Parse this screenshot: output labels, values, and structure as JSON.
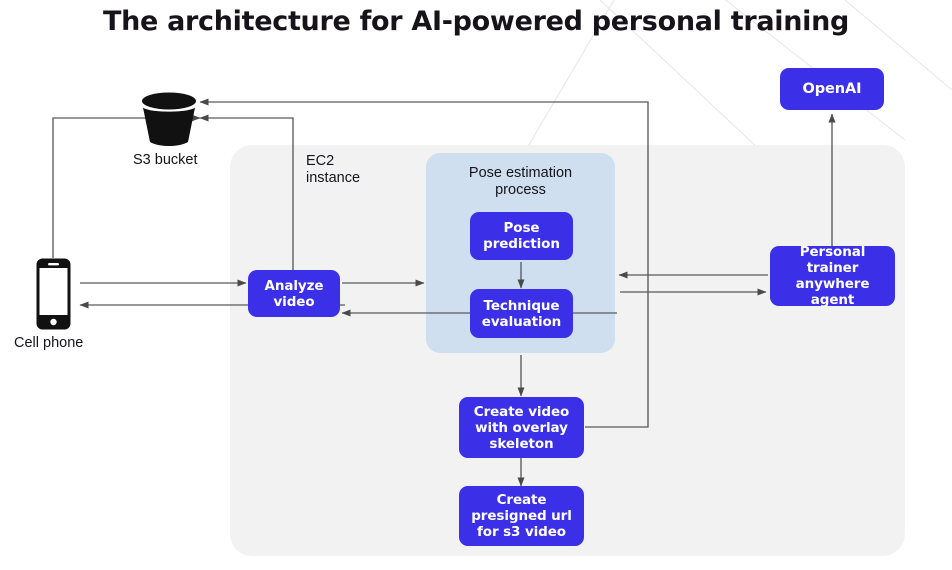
{
  "title": "The architecture for AI-powered personal training",
  "colors": {
    "node_blue": "#3b30e8",
    "pose_panel_blue": "#cfdff0",
    "ec2_gray": "#f2f2f2",
    "arrow_gray": "#5a5a5a",
    "text_dark": "#16141a",
    "node_text": "#ffffff",
    "background": "#ffffff"
  },
  "regions": {
    "ec2": {
      "label_line1": "EC2",
      "label_line2": "instance"
    },
    "pose_process": {
      "label_line1": "Pose estimation",
      "label_line2": "process"
    }
  },
  "icons": {
    "s3_bucket": {
      "name": "s3-bucket-icon",
      "caption": "S3 bucket"
    },
    "cell_phone": {
      "name": "cell-phone-icon",
      "caption": "Cell phone"
    }
  },
  "nodes": [
    {
      "id": "analyze-video",
      "label": "Analyze\nvideo",
      "lines": [
        "Analyze",
        "video"
      ]
    },
    {
      "id": "pose-prediction",
      "label": "Pose\nprediction",
      "lines": [
        "Pose",
        "prediction"
      ]
    },
    {
      "id": "technique-evaluation",
      "label": "Technique\nevaluation",
      "lines": [
        "Technique",
        "evaluation"
      ]
    },
    {
      "id": "create-video-overlay-skeleton",
      "label": "Create video with overlay skeleton",
      "lines": [
        "Create video",
        "with overlay",
        "skeleton"
      ]
    },
    {
      "id": "create-presigned-url",
      "label": "Create presigned url for s3 video",
      "lines": [
        "Create",
        "presigned url",
        "for s3 video"
      ]
    },
    {
      "id": "personal-trainer-agent",
      "label": "Personal trainer anywhere agent",
      "lines": [
        "Personal trainer",
        "anywhere",
        "agent"
      ]
    },
    {
      "id": "openai",
      "label": "OpenAI",
      "lines": [
        "OpenAI"
      ]
    }
  ],
  "node_text": {
    "analyze_video_l1": "Analyze",
    "analyze_video_l2": "video",
    "pose_prediction_l1": "Pose",
    "pose_prediction_l2": "prediction",
    "technique_evaluation_l1": "Technique",
    "technique_evaluation_l2": "evaluation",
    "create_video_l1": "Create video",
    "create_video_l2": "with overlay",
    "create_video_l3": "skeleton",
    "presigned_l1": "Create",
    "presigned_l2": "presigned url",
    "presigned_l3": "for s3 video",
    "trainer_l1": "Personal trainer",
    "trainer_l2": "anywhere",
    "trainer_l3": "agent",
    "openai_l1": "OpenAI"
  },
  "connections": [
    {
      "from": "cell-phone",
      "to": "s3-bucket",
      "direction": "up-then-right"
    },
    {
      "from": "cell-phone",
      "to": "analyze-video",
      "direction": "right"
    },
    {
      "from": "analyze-video",
      "to": "cell-phone",
      "direction": "left"
    },
    {
      "from": "analyze-video",
      "to": "s3-bucket",
      "direction": "up-then-left"
    },
    {
      "from": "analyze-video",
      "to": "pose-estimation-process",
      "direction": "right"
    },
    {
      "from": "pose-estimation-process",
      "to": "analyze-video",
      "direction": "left"
    },
    {
      "from": "pose-prediction",
      "to": "technique-evaluation",
      "direction": "down"
    },
    {
      "from": "technique-evaluation",
      "to": "create-video-overlay-skeleton",
      "direction": "down"
    },
    {
      "from": "create-video-overlay-skeleton",
      "to": "create-presigned-url",
      "direction": "down"
    },
    {
      "from": "create-video-overlay-skeleton",
      "to": "s3-bucket",
      "direction": "right-up-left"
    },
    {
      "from": "personal-trainer-agent",
      "to": "pose-estimation-process",
      "direction": "left"
    },
    {
      "from": "pose-estimation-process",
      "to": "personal-trainer-agent",
      "direction": "right"
    },
    {
      "from": "personal-trainer-agent",
      "to": "openai",
      "direction": "up"
    }
  ]
}
